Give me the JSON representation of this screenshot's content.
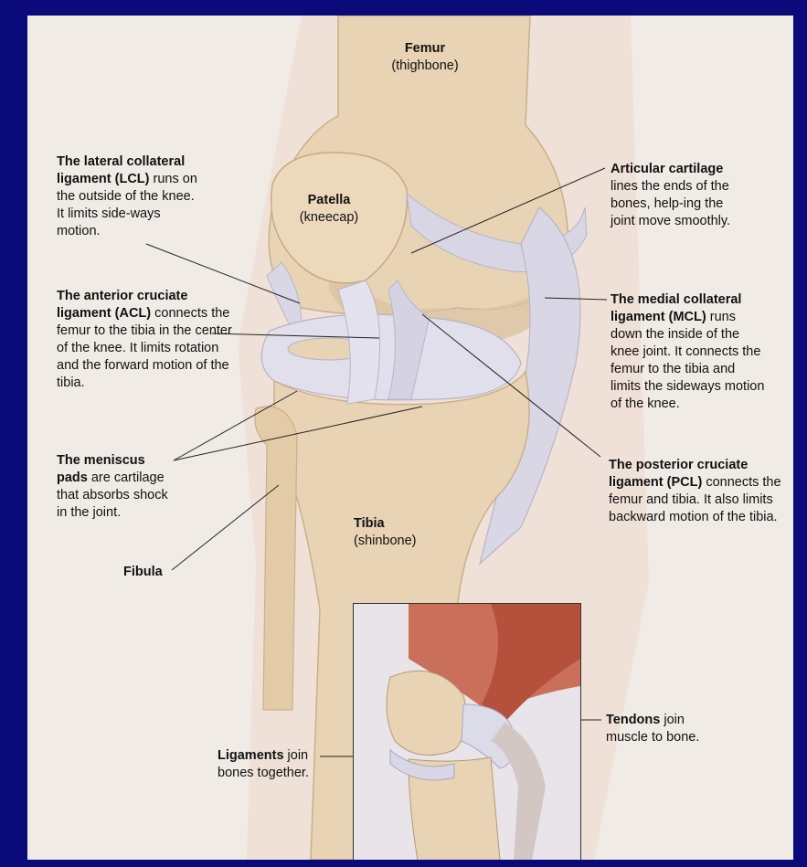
{
  "femur": {
    "title": "Femur",
    "sub": "(thighbone)"
  },
  "patella": {
    "title": "Patella",
    "sub": "(kneecap)"
  },
  "tibia": {
    "title": "Tibia",
    "sub": "(shinbone)"
  },
  "fibula": {
    "title": "Fibula"
  },
  "lcl": {
    "bold": "The lateral collateral ligament (LCL)",
    "text": " runs on the outside of the knee. It limits side-ways motion."
  },
  "acl": {
    "bold": "The anterior cruciate ligament (ACL)",
    "text": " connects the femur to the tibia in the center of the knee. It limits rotation and the forward motion of the tibia."
  },
  "meniscus": {
    "bold": "The meniscus pads",
    "text": " are cartilage that absorbs shock in the joint."
  },
  "cartilage": {
    "bold": "Articular cartilage",
    "text": " lines the ends of the bones, help-ing the joint move smoothly."
  },
  "mcl": {
    "bold": "The medial collateral ligament (MCL)",
    "text": " runs down the inside of the knee joint. It connects the femur to the tibia and limits the sideways motion of the knee."
  },
  "pcl": {
    "bold": "The posterior cruciate ligament (PCL)",
    "text": " connects the femur and tibia. It also limits backward motion of the tibia."
  },
  "tendons": {
    "bold": "Tendons",
    "text": " join muscle to bone."
  },
  "ligaments": {
    "bold": "Ligaments",
    "text": " join bones together."
  },
  "colors": {
    "background": "#0a0a7a",
    "page": "#f1ebe6",
    "bone": "#e8d3b4",
    "ligament": "#d9d7e6",
    "muscle": "#c7624a"
  }
}
